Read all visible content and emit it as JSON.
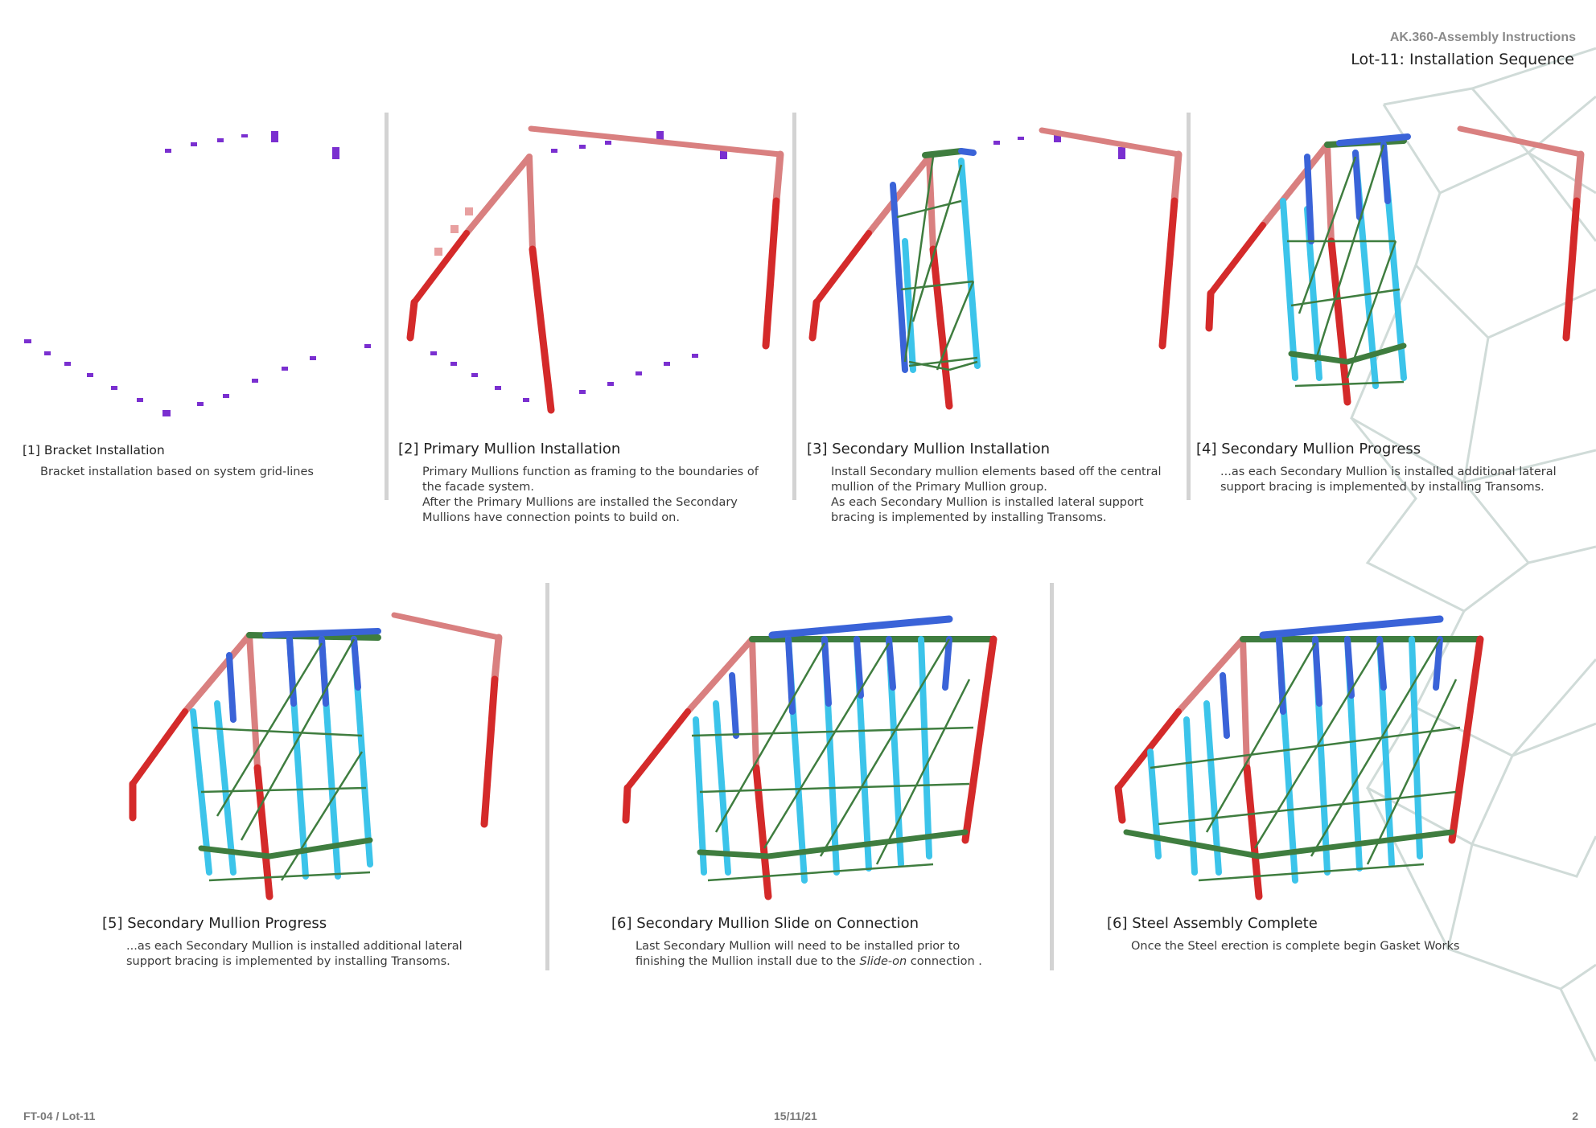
{
  "header": {
    "doc_title": "AK.360-Assembly Instructions",
    "sheet_title": "Lot-11: Installation Sequence"
  },
  "steps": [
    {
      "title": "[1] Bracket Installation",
      "body": [
        "Bracket installation based on system grid-lines"
      ]
    },
    {
      "title": "[2] Primary Mullion Installation",
      "body": [
        "Primary Mullions function as framing to the boundaries of",
        "the facade system.",
        "After the Primary Mullions are installed the Secondary",
        "Mullions have connection points to build on."
      ]
    },
    {
      "title": "[3] Secondary Mullion Installation",
      "body": [
        "Install Secondary mullion elements based off the central",
        "mullion of the Primary Mullion group.",
        "As each Secondary Mullion is installed lateral support",
        "bracing is implemented by installing Transoms."
      ]
    },
    {
      "title": "[4] Secondary Mullion Progress",
      "body": [
        "...as each Secondary Mullion is installed additional lateral",
        "support bracing is implemented by installing Transoms."
      ]
    },
    {
      "title": "[5] Secondary Mullion Progress",
      "body": [
        "...as each Secondary Mullion is installed additional lateral",
        "support bracing is implemented by installing Transoms."
      ]
    },
    {
      "title": "[6] Secondary Mullion Slide on Connection",
      "body_pre": "Last Secondary Mullion will need to be installed prior to",
      "body_line2": "finishing the Mullion install due to the ",
      "body_em": "Slide-on",
      "body_post": " connection ."
    },
    {
      "title": "[6] Steel Assembly Complete",
      "body": [
        "Once the Steel erection is complete begin Gasket Works"
      ]
    }
  ],
  "footer": {
    "left": "FT-04 / Lot-11",
    "center": "15/11/21",
    "page": "2"
  },
  "colors": {
    "primary_mullion": "#d42a2a",
    "primary_mullion_light": "#d98080",
    "secondary_dark": "#3a63d8",
    "secondary_light": "#3cc4ea",
    "transom": "#3f7d3f",
    "bracket": "#7a2fd0",
    "pattern": "#c9d6d2"
  }
}
